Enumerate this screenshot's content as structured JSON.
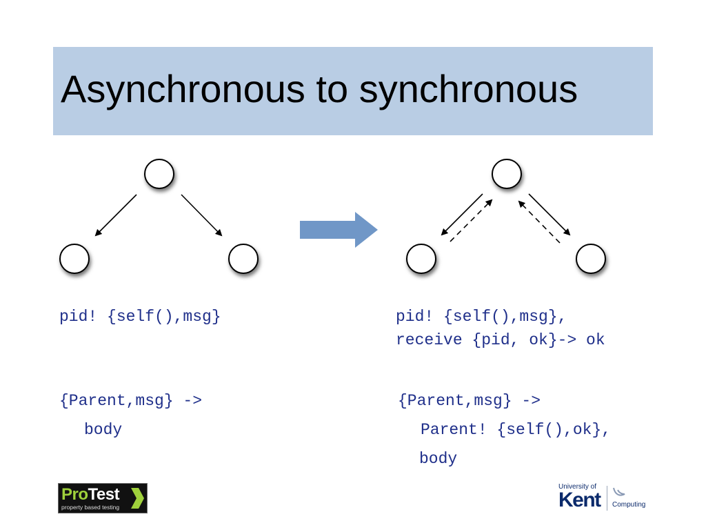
{
  "slide": {
    "title": "Asynchronous to synchronous"
  },
  "left": {
    "send_line": "pid! {self(),msg}",
    "receive_line": "{Parent,msg} ->",
    "body_line": "body"
  },
  "right": {
    "send_line_1": "pid! {self(),msg},",
    "send_line_2": "receive {pid, ok}-> ok",
    "receive_line": "{Parent,msg} ->",
    "reply_line": "Parent! {self(),ok},",
    "body_line": "body"
  },
  "footer": {
    "protest_logo": {
      "name_part1": "Pro",
      "name_part2": "Test",
      "tagline": "property based testing"
    },
    "kent_logo": {
      "university": "University of",
      "name": "Kent",
      "department": "Computing"
    }
  },
  "colors": {
    "title_bar": "#b9cde4",
    "code_text": "#1f2f8a",
    "transform_arrow": "#7097c7"
  }
}
